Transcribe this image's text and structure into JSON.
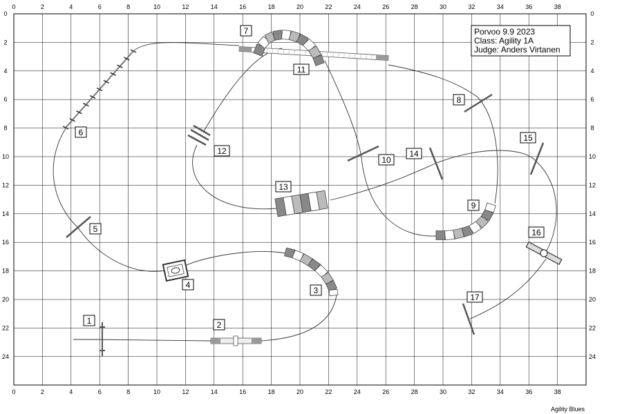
{
  "info": {
    "line1": "Porvoo 9.9 2023",
    "line2": "Class: Agility 1A",
    "line3": "Judge: Anders Virtanen"
  },
  "footer": "Agility Blues",
  "axes": {
    "x_ticks": [
      "0",
      "2",
      "4",
      "6",
      "8",
      "10",
      "12",
      "14",
      "16",
      "18",
      "20",
      "22",
      "24",
      "26",
      "28",
      "30",
      "32",
      "34",
      "36",
      "38"
    ],
    "y_ticks": [
      "0",
      "2",
      "4",
      "6",
      "8",
      "10",
      "12",
      "14",
      "16",
      "18",
      "20",
      "22",
      "24"
    ]
  },
  "obstacles": [
    {
      "n": "1",
      "type": "jump"
    },
    {
      "n": "2",
      "type": "seesaw"
    },
    {
      "n": "3",
      "type": "tunnel"
    },
    {
      "n": "4",
      "type": "table"
    },
    {
      "n": "5",
      "type": "jump"
    },
    {
      "n": "6",
      "type": "weave-poles"
    },
    {
      "n": "7",
      "type": "dog-walk"
    },
    {
      "n": "8",
      "type": "jump"
    },
    {
      "n": "9",
      "type": "tunnel"
    },
    {
      "n": "10",
      "type": "jump"
    },
    {
      "n": "11",
      "type": "tunnel"
    },
    {
      "n": "12",
      "type": "double-jump"
    },
    {
      "n": "13",
      "type": "tunnel"
    },
    {
      "n": "14",
      "type": "jump"
    },
    {
      "n": "15",
      "type": "jump"
    },
    {
      "n": "16",
      "type": "tire"
    },
    {
      "n": "17",
      "type": "jump"
    }
  ]
}
